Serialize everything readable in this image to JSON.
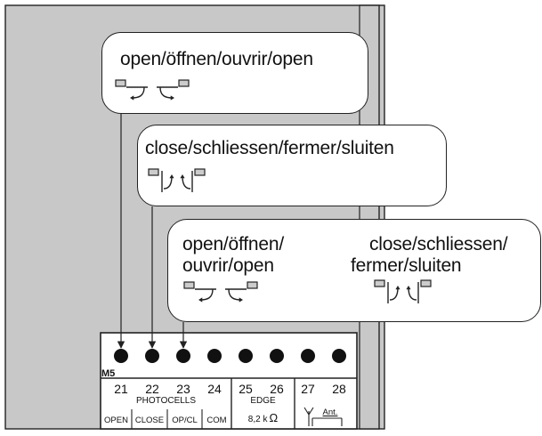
{
  "callouts": {
    "open": {
      "text": "open/öffnen/ouvrir/open"
    },
    "close": {
      "text": "close/schliessen/fermer/sluiten"
    },
    "both": {
      "open_line1": "open/öffnen/",
      "open_line2": "ouvrir/open",
      "close_line1": "close/schliessen/",
      "close_line2": "fermer/sluiten"
    }
  },
  "board": {
    "label": "M5",
    "terminal_count": 8,
    "numbers": [
      "21",
      "22",
      "23",
      "24",
      "25",
      "26",
      "27",
      "28"
    ],
    "groups": {
      "photocells": "PHOTOCELLS",
      "edge": "EDGE",
      "edge_value": "8,2 k",
      "edge_unit": "Ω",
      "antenna": "Ant."
    },
    "subs": {
      "open": "OPEN",
      "close": "CLOSE",
      "opcl": "OP/CL",
      "com": "COM"
    }
  },
  "colors": {
    "panel": "#c8c8c8",
    "line": "#222222",
    "sensor_fill": "#cccccc"
  }
}
